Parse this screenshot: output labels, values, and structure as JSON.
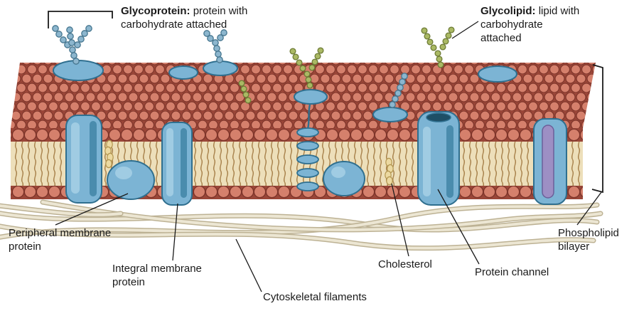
{
  "labels": {
    "glycoprotein": {
      "term": "Glycoprotein:",
      "desc": "protein with carbohydrate attached"
    },
    "glycolipid": {
      "term": "Glycolipid:",
      "desc": "lipid with carbohydrate attached"
    },
    "peripheral": "Peripheral membrane protein",
    "integral": "Integral membrane protein",
    "cholesterol": "Cholesterol",
    "cytoskeletal": "Cytoskeletal filaments",
    "protein_channel": "Protein channel",
    "bilayer": "Phospholipid bilayer"
  },
  "colors": {
    "phospholipid_head": "#d5806c",
    "head_outline": "#7e352a",
    "head_gap_background": "#9a4638",
    "tail_background": "#eddfba",
    "tail_stroke": "#a9834d",
    "protein_blue": "#7cb4d4",
    "protein_outline": "#2f6f8f",
    "protein_shade": "#4a8cad",
    "protein_highlight": "#a9d2e6",
    "channel_purple": "#9d8fc4",
    "glycolipid_green": "#aab964",
    "glycolipid_green_outline": "#6d7b35",
    "glycoprotein_bead_blue": "#8cb6ce",
    "cholesterol_yellow": "#ecd9a1",
    "cholesterol_outline": "#b2954f",
    "filament_beige": "#ece6d3",
    "filament_edge": "#bdb294",
    "line_black": "#1a1a1a"
  }
}
